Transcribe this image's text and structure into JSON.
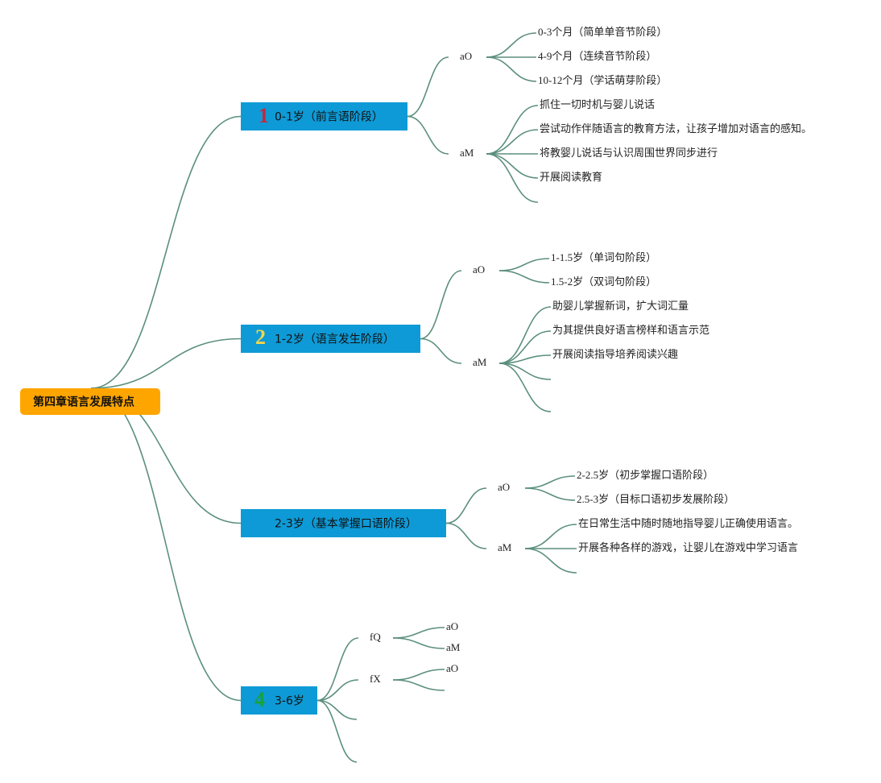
{
  "root": {
    "label": "第四章语言发展特点",
    "color": "#ffa500"
  },
  "branch_color": "#0e9ad6",
  "line_color": "#5b8f7d",
  "branches": [
    {
      "number": "1",
      "number_color": "#c62839",
      "label": "0-1岁（前言语阶段）",
      "groups": [
        {
          "label": "aO",
          "items": [
            "0-3个月（简单单音节阶段）",
            "4-9个月（连续音节阶段）",
            "10-12个月（学话萌芽阶段）"
          ]
        },
        {
          "label": "aM",
          "items": [
            "抓住一切时机与婴儿说话",
            "尝试动作伴随语言的教育方法，让孩子增加对语言的感知。",
            "将教婴儿说话与认识周围世界同步进行",
            "开展阅读教育",
            ""
          ]
        }
      ]
    },
    {
      "number": "2",
      "number_color": "#f2d64b",
      "label": "1-2岁（语言发生阶段）",
      "groups": [
        {
          "label": "aO",
          "items": [
            "1-1.5岁（单词句阶段）",
            "1.5-2岁（双词句阶段）"
          ]
        },
        {
          "label": "aM",
          "items": [
            "助婴儿掌握新词，扩大词汇量",
            "为其提供良好语言榜样和语言示范",
            "开展阅读指导培养阅读兴趣",
            "",
            ""
          ]
        }
      ]
    },
    {
      "number": "",
      "number_color": "",
      "label": "2-3岁（基本掌握口语阶段）",
      "groups": [
        {
          "label": "aO",
          "items": [
            "2-2.5岁（初步掌握口语阶段）",
            "2.5-3岁（目标口语初步发展阶段）"
          ]
        },
        {
          "label": "aM",
          "items": [
            "在日常生活中随时随地指导婴儿正确使用语言。",
            "开展各种各样的游戏，让婴儿在游戏中学习语言",
            ""
          ]
        }
      ]
    },
    {
      "number": "4",
      "number_color": "#17a23a",
      "label": "3-6岁",
      "groups": [
        {
          "label": "fQ",
          "items": [
            "aO",
            "aM"
          ]
        },
        {
          "label": "fX",
          "items": [
            "aO",
            ""
          ]
        },
        {
          "label": "",
          "items": []
        },
        {
          "label": "",
          "items": []
        }
      ]
    }
  ]
}
